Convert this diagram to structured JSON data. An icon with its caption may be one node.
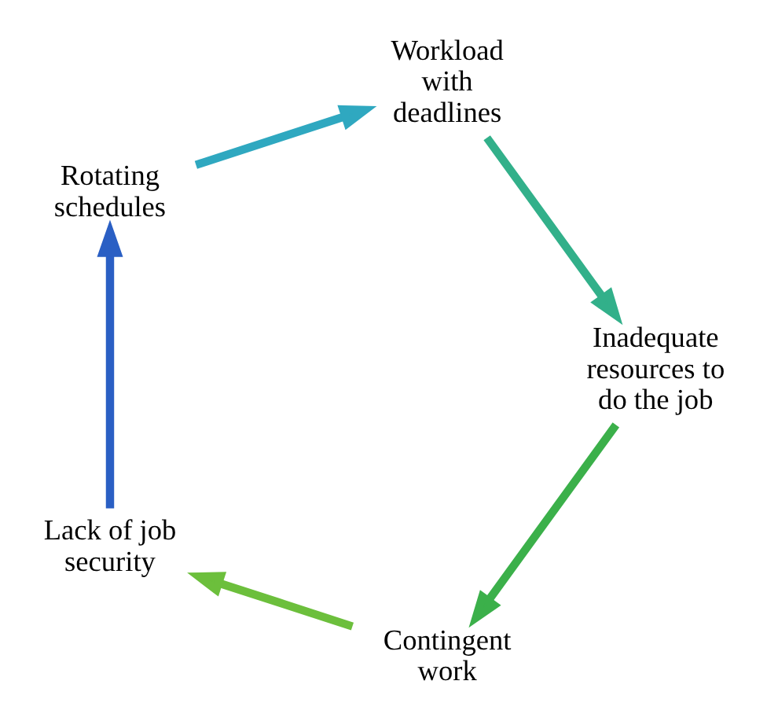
{
  "diagram": {
    "nodes": [
      {
        "text": [
          "Contingent work"
        ]
      },
      {
        "text": [
          "Lack of job security"
        ]
      },
      {
        "text": [
          "Rotating schedules"
        ]
      },
      {
        "text": [
          "Workload with deadlines"
        ]
      },
      {
        "text": [
          "Inadequate resources to do the job"
        ]
      }
    ],
    "edges": [
      {
        "from": 0,
        "to": 1,
        "arrow": "to",
        "color": "#6cbf3c"
      },
      {
        "from": 1,
        "to": 2,
        "arrow": "to",
        "color": "#2a5fc4"
      },
      {
        "from": 2,
        "to": 3,
        "arrow": "to",
        "color": "#2fa8c0"
      },
      {
        "from": 3,
        "to": 4,
        "arrow": "to",
        "color": "#32b08a"
      },
      {
        "from": 4,
        "to": 0,
        "arrow": "to",
        "color": "#3bb04a"
      }
    ]
  }
}
